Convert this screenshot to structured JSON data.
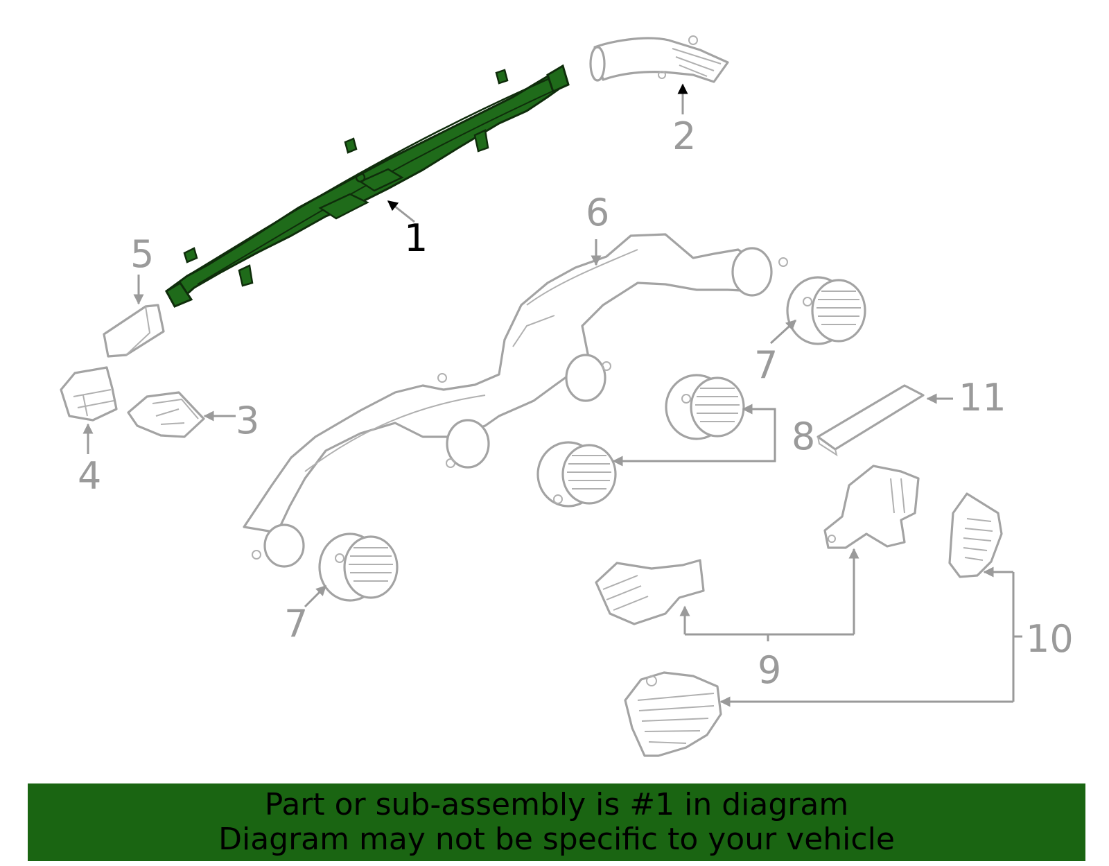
{
  "colors": {
    "highlight": "#1f6b1a",
    "banner_bg": "#1a6512",
    "part_line": "#a3a3a3",
    "callout_grey": "#9a9a9a",
    "callout_active": "#000000"
  },
  "callouts": {
    "c1": "1",
    "c2": "2",
    "c3": "3",
    "c4": "4",
    "c5": "5",
    "c6": "6",
    "c7a": "7",
    "c7b": "7",
    "c8": "8",
    "c9": "9",
    "c10": "10",
    "c11": "11"
  },
  "banner": {
    "line1": "Part or sub-assembly is #1 in diagram",
    "line2": "Diagram may not be specific to your vehicle"
  }
}
